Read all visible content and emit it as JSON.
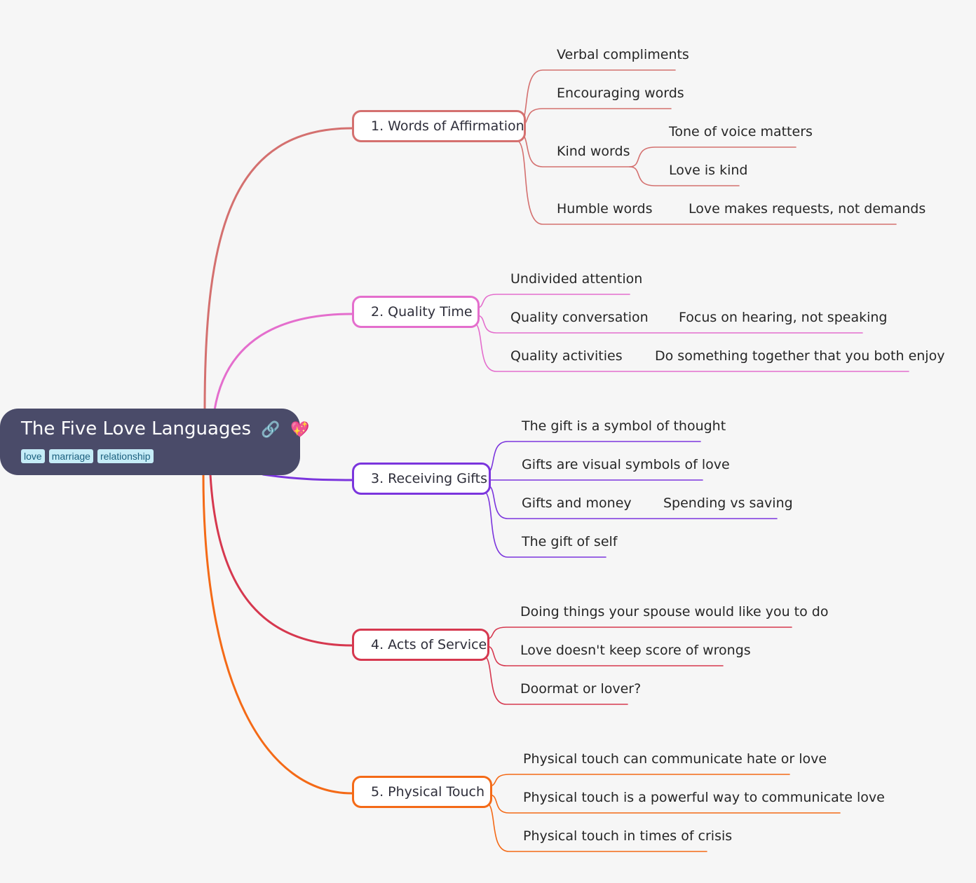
{
  "root": {
    "title": "The Five Love Languages",
    "link_icon": "🔗",
    "heart_icon": "💖",
    "tags": [
      "love",
      "marriage",
      "relationship"
    ]
  },
  "colors": {
    "b1": "#d4706f",
    "b2": "#e46ecd",
    "b3": "#7b35dd",
    "b4": "#d6384f",
    "b5": "#f46a17"
  },
  "branches": {
    "b1": {
      "label": "1. Words of Affirmation",
      "items": {
        "verbal": "Verbal compliments",
        "encouraging": "Encouraging words",
        "kind": "Kind words",
        "tone": "Tone of voice matters",
        "love_kind": "Love is kind",
        "humble": "Humble words",
        "requests": "Love makes requests, not demands"
      }
    },
    "b2": {
      "label": "2. Quality Time",
      "items": {
        "undivided": "Undivided attention",
        "conversation": "Quality conversation",
        "focus": "Focus on hearing, not speaking",
        "activities": "Quality activities",
        "together": "Do something together that you both enjoy"
      }
    },
    "b3": {
      "label": "3. Receiving Gifts",
      "items": {
        "symbol_thought": "The gift is a symbol of thought",
        "visual": "Gifts are visual symbols of love",
        "money": "Gifts and money",
        "spending": "Spending vs saving",
        "self": "The gift of self"
      }
    },
    "b4": {
      "label": "4. Acts of Service",
      "items": {
        "doing": "Doing things your spouse would like you to do",
        "score": "Love doesn't keep score of wrongs",
        "doormat": "Doormat or lover?"
      }
    },
    "b5": {
      "label": "5. Physical Touch",
      "items": {
        "hate_love": "Physical touch can communicate hate or love",
        "powerful": "Physical touch is a powerful way to communicate love",
        "crisis": "Physical touch in times of crisis"
      }
    }
  }
}
